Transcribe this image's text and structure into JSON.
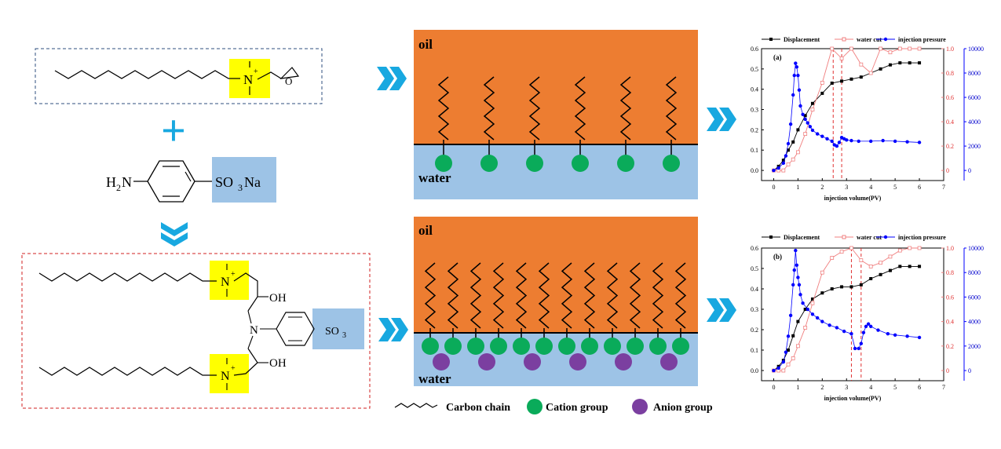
{
  "chemistry": {
    "top_formula": {
      "n_plus": "N",
      "plus": "+",
      "epoxide_o": "O"
    },
    "plus_sign": "+",
    "reagent": {
      "h2": "H",
      "h2_sub": "2",
      "n": "N",
      "so3": "SO",
      "so3_sub": "3",
      "na": "Na"
    },
    "product": {
      "n_upper": "N",
      "n_upper_charge": "+",
      "oh_upper": "OH",
      "n_center": "N",
      "so3": "SO",
      "so3_sub": "3",
      "n_lower": "N",
      "n_lower_charge": "+",
      "oh_lower": "OH"
    }
  },
  "interface_panels": [
    {
      "oil_label": "oil",
      "water_label": "water",
      "chains": 6,
      "anions": 0
    },
    {
      "oil_label": "oil",
      "water_label": "water",
      "chains": 12,
      "anions": 6
    }
  ],
  "legend": {
    "carbon_chain": "Carbon chain",
    "cation_group": "Cation group",
    "anion_group": "Anion group"
  },
  "colors": {
    "oil": "#ED7D31",
    "water": "#9DC3E6",
    "cation": "#0AAB5A",
    "anion": "#7B3FA0",
    "highlight_yellow": "#FFFF00",
    "highlight_blue": "#9DC3E6",
    "arrow": "#18A8E0",
    "displacement": "#000000",
    "water_cut": "#F08080",
    "injection_pressure": "#0000FF"
  },
  "chart_data": [
    {
      "type": "line",
      "panel_label": "(a)",
      "xlabel": "injection volume(PV)",
      "legend": [
        "Displacement",
        "water cut",
        "injection pressure"
      ],
      "x_ticks": [
        "0",
        "1",
        "2",
        "3",
        "4",
        "5",
        "6",
        "7"
      ],
      "y_left_ticks": [
        "0.0",
        "0.1",
        "0.2",
        "0.3",
        "0.4",
        "0.5",
        "0.6"
      ],
      "y_right1_ticks": [
        "0",
        "0.2",
        "0.4",
        "0.6",
        "0.8",
        "1.0"
      ],
      "y_right2_ticks": [
        "0",
        "2000",
        "4000",
        "6000",
        "8000",
        "10000"
      ],
      "xlim": [
        -0.5,
        7
      ],
      "ylim_left": [
        -0.05,
        0.6
      ],
      "ylim_right1": [
        -0.083,
        1.0
      ],
      "ylim_right2": [
        -830,
        10000
      ],
      "vlines": [
        2.45,
        2.8
      ],
      "series": [
        {
          "name": "Displacement",
          "axis": "left",
          "x": [
            0,
            0.2,
            0.4,
            0.6,
            0.8,
            1.0,
            1.3,
            1.6,
            2.0,
            2.4,
            2.8,
            3.2,
            3.6,
            4.0,
            4.4,
            4.8,
            5.2,
            5.6,
            6.0
          ],
          "y": [
            0,
            0.02,
            0.05,
            0.1,
            0.14,
            0.2,
            0.27,
            0.33,
            0.38,
            0.43,
            0.44,
            0.45,
            0.46,
            0.48,
            0.5,
            0.52,
            0.53,
            0.53,
            0.53
          ]
        },
        {
          "name": "water cut",
          "axis": "right1",
          "x": [
            0,
            0.2,
            0.4,
            0.6,
            0.8,
            1.0,
            1.3,
            1.6,
            2.0,
            2.4,
            2.8,
            3.2,
            3.6,
            4.0,
            4.4,
            4.8,
            5.2,
            5.6,
            6.0
          ],
          "y": [
            0,
            0,
            0,
            0.05,
            0.09,
            0.15,
            0.3,
            0.5,
            0.72,
            1.0,
            0.92,
            1.0,
            0.87,
            0.8,
            1.0,
            0.97,
            1.0,
            1.0,
            1.0
          ]
        },
        {
          "name": "injection pressure",
          "axis": "right2",
          "x": [
            0,
            0.2,
            0.4,
            0.5,
            0.6,
            0.7,
            0.8,
            0.85,
            0.9,
            0.95,
            1.0,
            1.05,
            1.1,
            1.2,
            1.3,
            1.4,
            1.5,
            1.6,
            1.8,
            2.0,
            2.2,
            2.4,
            2.5,
            2.6,
            2.7,
            2.8,
            2.9,
            3.0,
            3.2,
            3.5,
            4.0,
            4.5,
            5.0,
            5.5,
            6.0
          ],
          "y": [
            0,
            200,
            600,
            1200,
            2200,
            3800,
            6200,
            7800,
            8800,
            8500,
            7800,
            6600,
            5300,
            4600,
            4200,
            3900,
            3600,
            3300,
            3000,
            2800,
            2600,
            2400,
            2100,
            2000,
            2300,
            2700,
            2600,
            2500,
            2450,
            2400,
            2400,
            2450,
            2400,
            2350,
            2300
          ]
        }
      ]
    },
    {
      "type": "line",
      "panel_label": "(b)",
      "xlabel": "injection volume(PV)",
      "legend": [
        "Displacement",
        "water cut",
        "injection pressure"
      ],
      "x_ticks": [
        "0",
        "1",
        "2",
        "3",
        "4",
        "5",
        "6",
        "7"
      ],
      "y_left_ticks": [
        "0.0",
        "0.1",
        "0.2",
        "0.3",
        "0.4",
        "0.5",
        "0.6"
      ],
      "y_right1_ticks": [
        "0",
        "0.2",
        "0.4",
        "0.6",
        "0.8",
        "1.0"
      ],
      "y_right2_ticks": [
        "0",
        "2000",
        "4000",
        "6000",
        "8000",
        "10000"
      ],
      "xlim": [
        -0.5,
        7
      ],
      "ylim_left": [
        -0.05,
        0.6
      ],
      "ylim_right1": [
        -0.083,
        1.0
      ],
      "ylim_right2": [
        -830,
        10000
      ],
      "vlines": [
        3.2,
        3.6
      ],
      "series": [
        {
          "name": "Displacement",
          "axis": "left",
          "x": [
            0,
            0.2,
            0.4,
            0.6,
            0.8,
            1.0,
            1.3,
            1.6,
            2.0,
            2.4,
            2.8,
            3.2,
            3.6,
            4.0,
            4.4,
            4.8,
            5.2,
            5.6,
            6.0
          ],
          "y": [
            0,
            0.02,
            0.05,
            0.1,
            0.17,
            0.24,
            0.3,
            0.35,
            0.38,
            0.4,
            0.41,
            0.41,
            0.42,
            0.45,
            0.47,
            0.49,
            0.51,
            0.51,
            0.51
          ]
        },
        {
          "name": "water cut",
          "axis": "right1",
          "x": [
            0,
            0.2,
            0.4,
            0.6,
            0.8,
            1.0,
            1.3,
            1.6,
            2.0,
            2.4,
            2.8,
            3.2,
            3.6,
            4.0,
            4.4,
            4.8,
            5.2,
            5.6,
            6.0
          ],
          "y": [
            0,
            0,
            0,
            0.05,
            0.1,
            0.2,
            0.35,
            0.55,
            0.8,
            0.92,
            0.97,
            1.0,
            0.9,
            0.85,
            0.88,
            0.93,
            0.98,
            1.0,
            1.0
          ]
        },
        {
          "name": "injection pressure",
          "axis": "right2",
          "x": [
            0,
            0.2,
            0.4,
            0.5,
            0.6,
            0.7,
            0.8,
            0.85,
            0.9,
            0.95,
            1.0,
            1.05,
            1.1,
            1.2,
            1.4,
            1.6,
            1.8,
            2.0,
            2.3,
            2.6,
            2.9,
            3.2,
            3.35,
            3.5,
            3.6,
            3.7,
            3.8,
            3.9,
            4.0,
            4.3,
            4.7,
            5.0,
            5.5,
            6.0
          ],
          "y": [
            0,
            200,
            700,
            1500,
            2800,
            4500,
            7000,
            8200,
            9800,
            8600,
            7600,
            7000,
            6200,
            5500,
            5000,
            4600,
            4300,
            4000,
            3700,
            3500,
            3200,
            3000,
            1800,
            1800,
            2200,
            3100,
            3600,
            3800,
            3600,
            3300,
            3000,
            2900,
            2800,
            2700
          ]
        }
      ]
    }
  ]
}
